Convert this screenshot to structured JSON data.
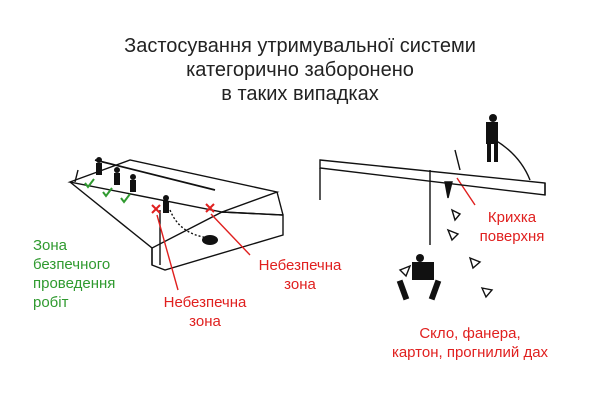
{
  "title_lines": [
    "Застосування утримувальної системи",
    "категорично заборонено",
    "в таких випадках"
  ],
  "labels": {
    "safe_zone": [
      "Зона",
      "безпечного",
      "проведення",
      "робіт"
    ],
    "danger_zone_right": [
      "Небезпечна",
      "зона"
    ],
    "danger_zone_left": [
      "Небезпечна",
      "зона"
    ],
    "fragile_surface": [
      "Крихка",
      "поверхня"
    ],
    "materials": [
      "Скло, фанера,",
      "картон, прогнилий дах"
    ]
  },
  "colors": {
    "safe": "#2f9a2f",
    "danger": "#e0201f",
    "line": "#111111"
  },
  "icons": {
    "safe_marker": "check-icon",
    "danger_marker": "cross-icon"
  }
}
